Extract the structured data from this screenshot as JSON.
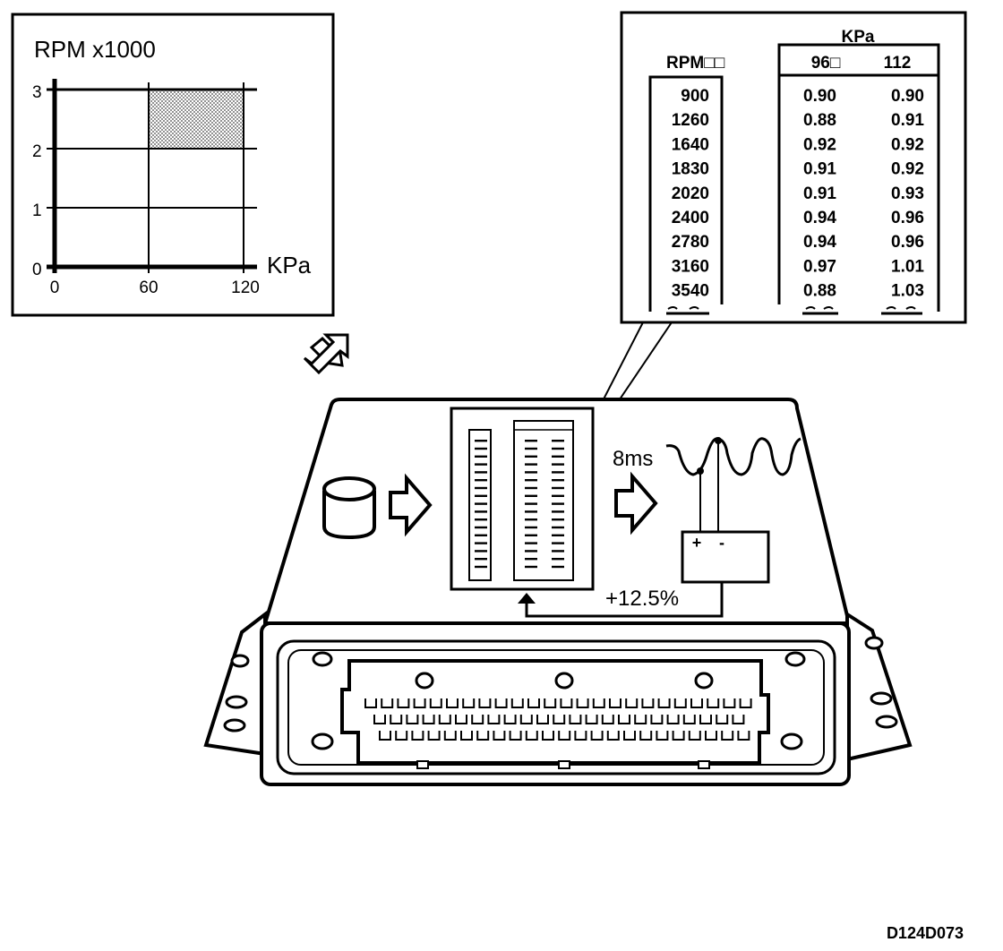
{
  "graph": {
    "y_title": "RPM x1000",
    "x_title": "KPa",
    "y_ticks": [
      "0",
      "1",
      "2",
      "3"
    ],
    "x_ticks": [
      "0",
      "60",
      "120"
    ],
    "highlight": {
      "x_from": 60,
      "x_to": 120,
      "y_from": 2,
      "y_to": 3
    }
  },
  "table": {
    "rpm_header": "RPM□□",
    "kpa_header": "KPa",
    "col_96": "96□",
    "col_112": "112",
    "rows": [
      {
        "rpm": "900",
        "v96": "0.90",
        "v112": "0.90"
      },
      {
        "rpm": "1260",
        "v96": "0.88",
        "v112": "0.91"
      },
      {
        "rpm": "1640",
        "v96": "0.92",
        "v112": "0.92"
      },
      {
        "rpm": "1830",
        "v96": "0.91",
        "v112": "0.92"
      },
      {
        "rpm": "2020",
        "v96": "0.91",
        "v112": "0.93"
      },
      {
        "rpm": "2400",
        "v96": "0.94",
        "v112": "0.96"
      },
      {
        "rpm": "2780",
        "v96": "0.94",
        "v112": "0.96"
      },
      {
        "rpm": "3160",
        "v96": "0.97",
        "v112": "1.01"
      },
      {
        "rpm": "3540",
        "v96": "0.88",
        "v112": "1.03"
      }
    ]
  },
  "ecu": {
    "pulse_label": "8ms",
    "correction_label": "+12.5%",
    "injector_plus": "+",
    "injector_minus": "-"
  },
  "figure_id": "D124D073"
}
